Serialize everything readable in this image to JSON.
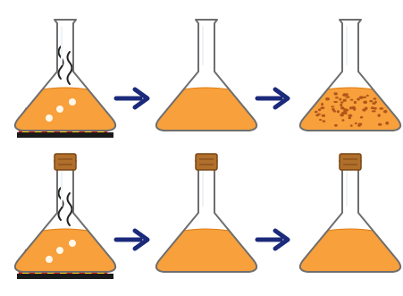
{
  "diagram": {
    "colors": {
      "background": "#ffffff",
      "glass_outline": "#6e6e6e",
      "glass_highlight": "#eef3f6",
      "broth_fill": "#f7a03c",
      "broth_edge": "#e07d14",
      "cork": "#b0702c",
      "cork_dark": "#7a4514",
      "arrow": "#1b2a7a",
      "flame_red": "#d8261a",
      "flame_yellow": "#ffd21a",
      "steam": "#222222",
      "speckle": "#b0561a"
    },
    "rows": [
      {
        "sealed": false,
        "steps": [
          {
            "state": "boiling",
            "content": "broth",
            "heat": true
          },
          {
            "state": "cooled",
            "content": "broth",
            "heat": false
          },
          {
            "state": "contaminated",
            "content": "broth-with-microbes",
            "heat": false
          }
        ]
      },
      {
        "sealed": true,
        "steps": [
          {
            "state": "boiling",
            "content": "broth",
            "heat": true
          },
          {
            "state": "cooled",
            "content": "broth",
            "heat": false
          },
          {
            "state": "sterile",
            "content": "broth",
            "heat": false
          }
        ]
      }
    ],
    "arrow_icon": "right-arrow-icon"
  }
}
